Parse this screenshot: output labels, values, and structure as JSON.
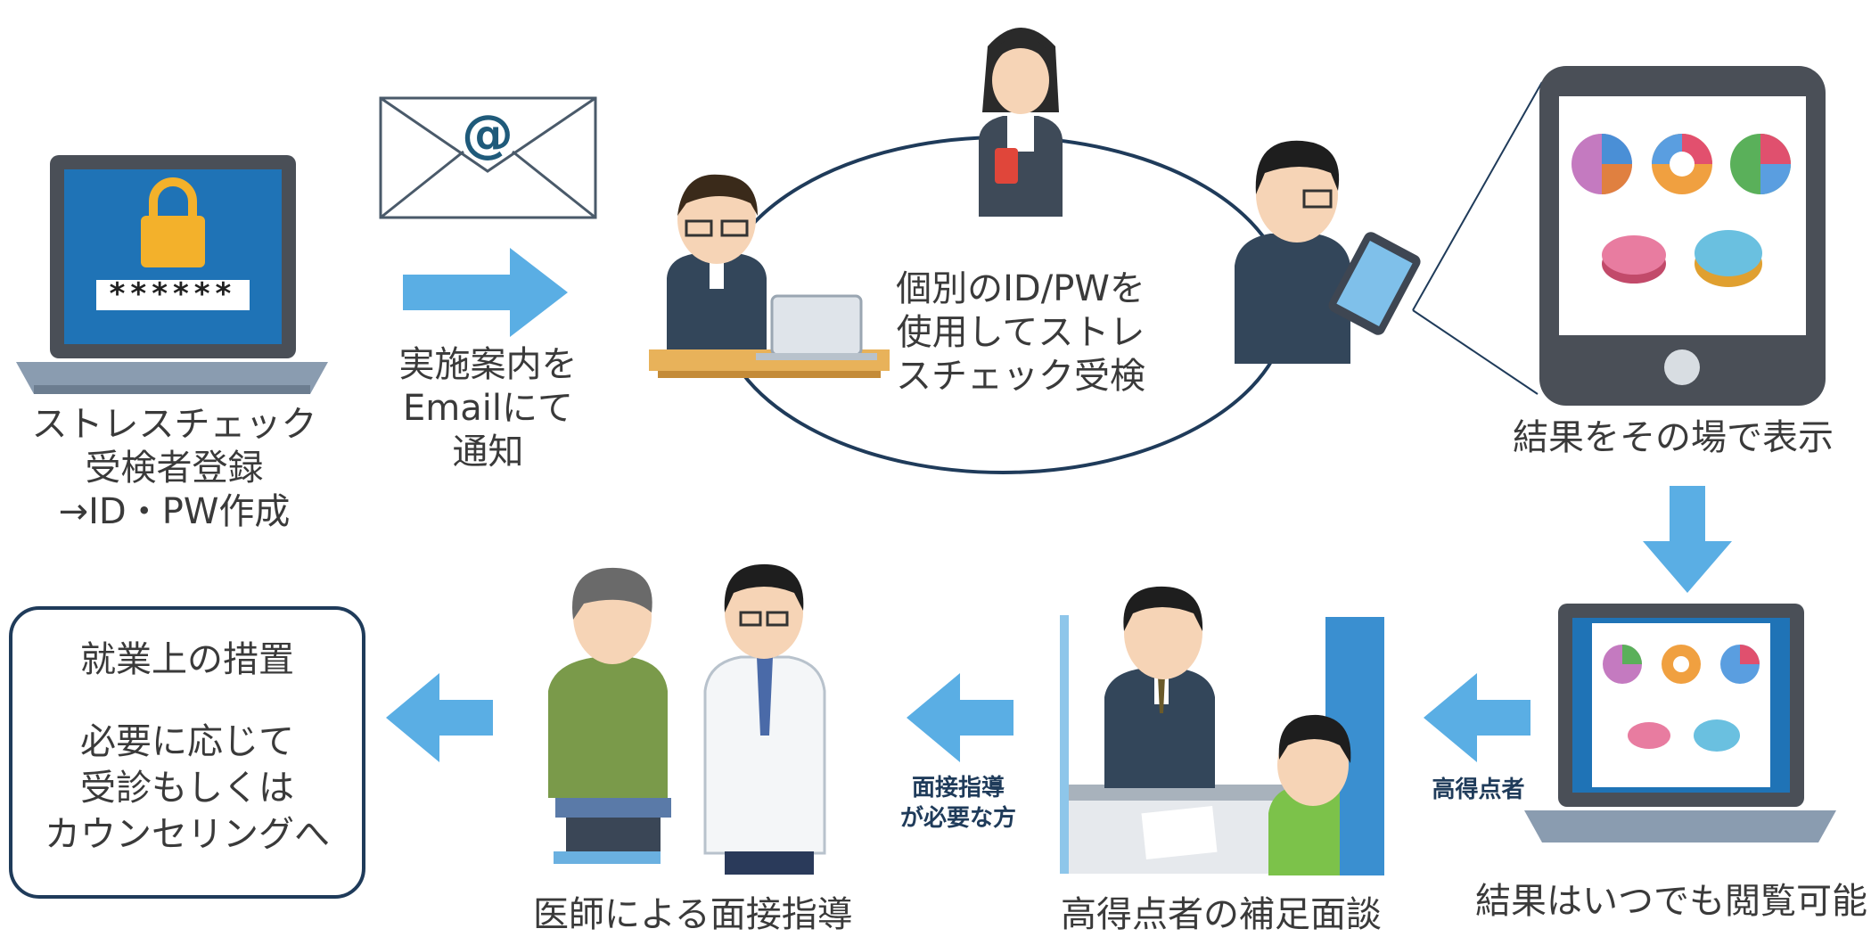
{
  "palette": {
    "arrow": "#5aaee4",
    "navy": "#1f3b5a",
    "ellipse": "#1f3b5a",
    "text": "#3a3a3a"
  },
  "step1": {
    "password_mask": "******",
    "label_lines": [
      "ストレスチェック",
      "受検者登録",
      "→ID・PW作成"
    ]
  },
  "step2": {
    "email_symbol": "@",
    "label_lines": [
      "実施案内を",
      "Emailにて",
      "通知"
    ]
  },
  "step3": {
    "label_lines": [
      "個別のID/PWを",
      "使用してストレ",
      "スチェック受検"
    ]
  },
  "step4": {
    "caption": "結果をその場で表示"
  },
  "step5": {
    "caption": "結果はいつでも閲覧可能"
  },
  "step6": {
    "tag": "高得点者",
    "caption": "高得点者の補足面談"
  },
  "step7": {
    "tag_lines": [
      "面接指導",
      "が必要な方"
    ],
    "caption": "医師による面接指導"
  },
  "step8": {
    "title": "就業上の措置",
    "lines": [
      "必要に応じて",
      "受診もしくは",
      "カウンセリングへ"
    ]
  },
  "icons": [
    "laptop-icon",
    "padlock-icon",
    "envelope-icon",
    "at-sign-icon",
    "tablet-icon",
    "pie-chart-icon",
    "person-icon",
    "doctor-icon",
    "patient-icon",
    "desk-icon",
    "arrow-right-icon",
    "arrow-left-icon",
    "arrow-down-icon"
  ]
}
